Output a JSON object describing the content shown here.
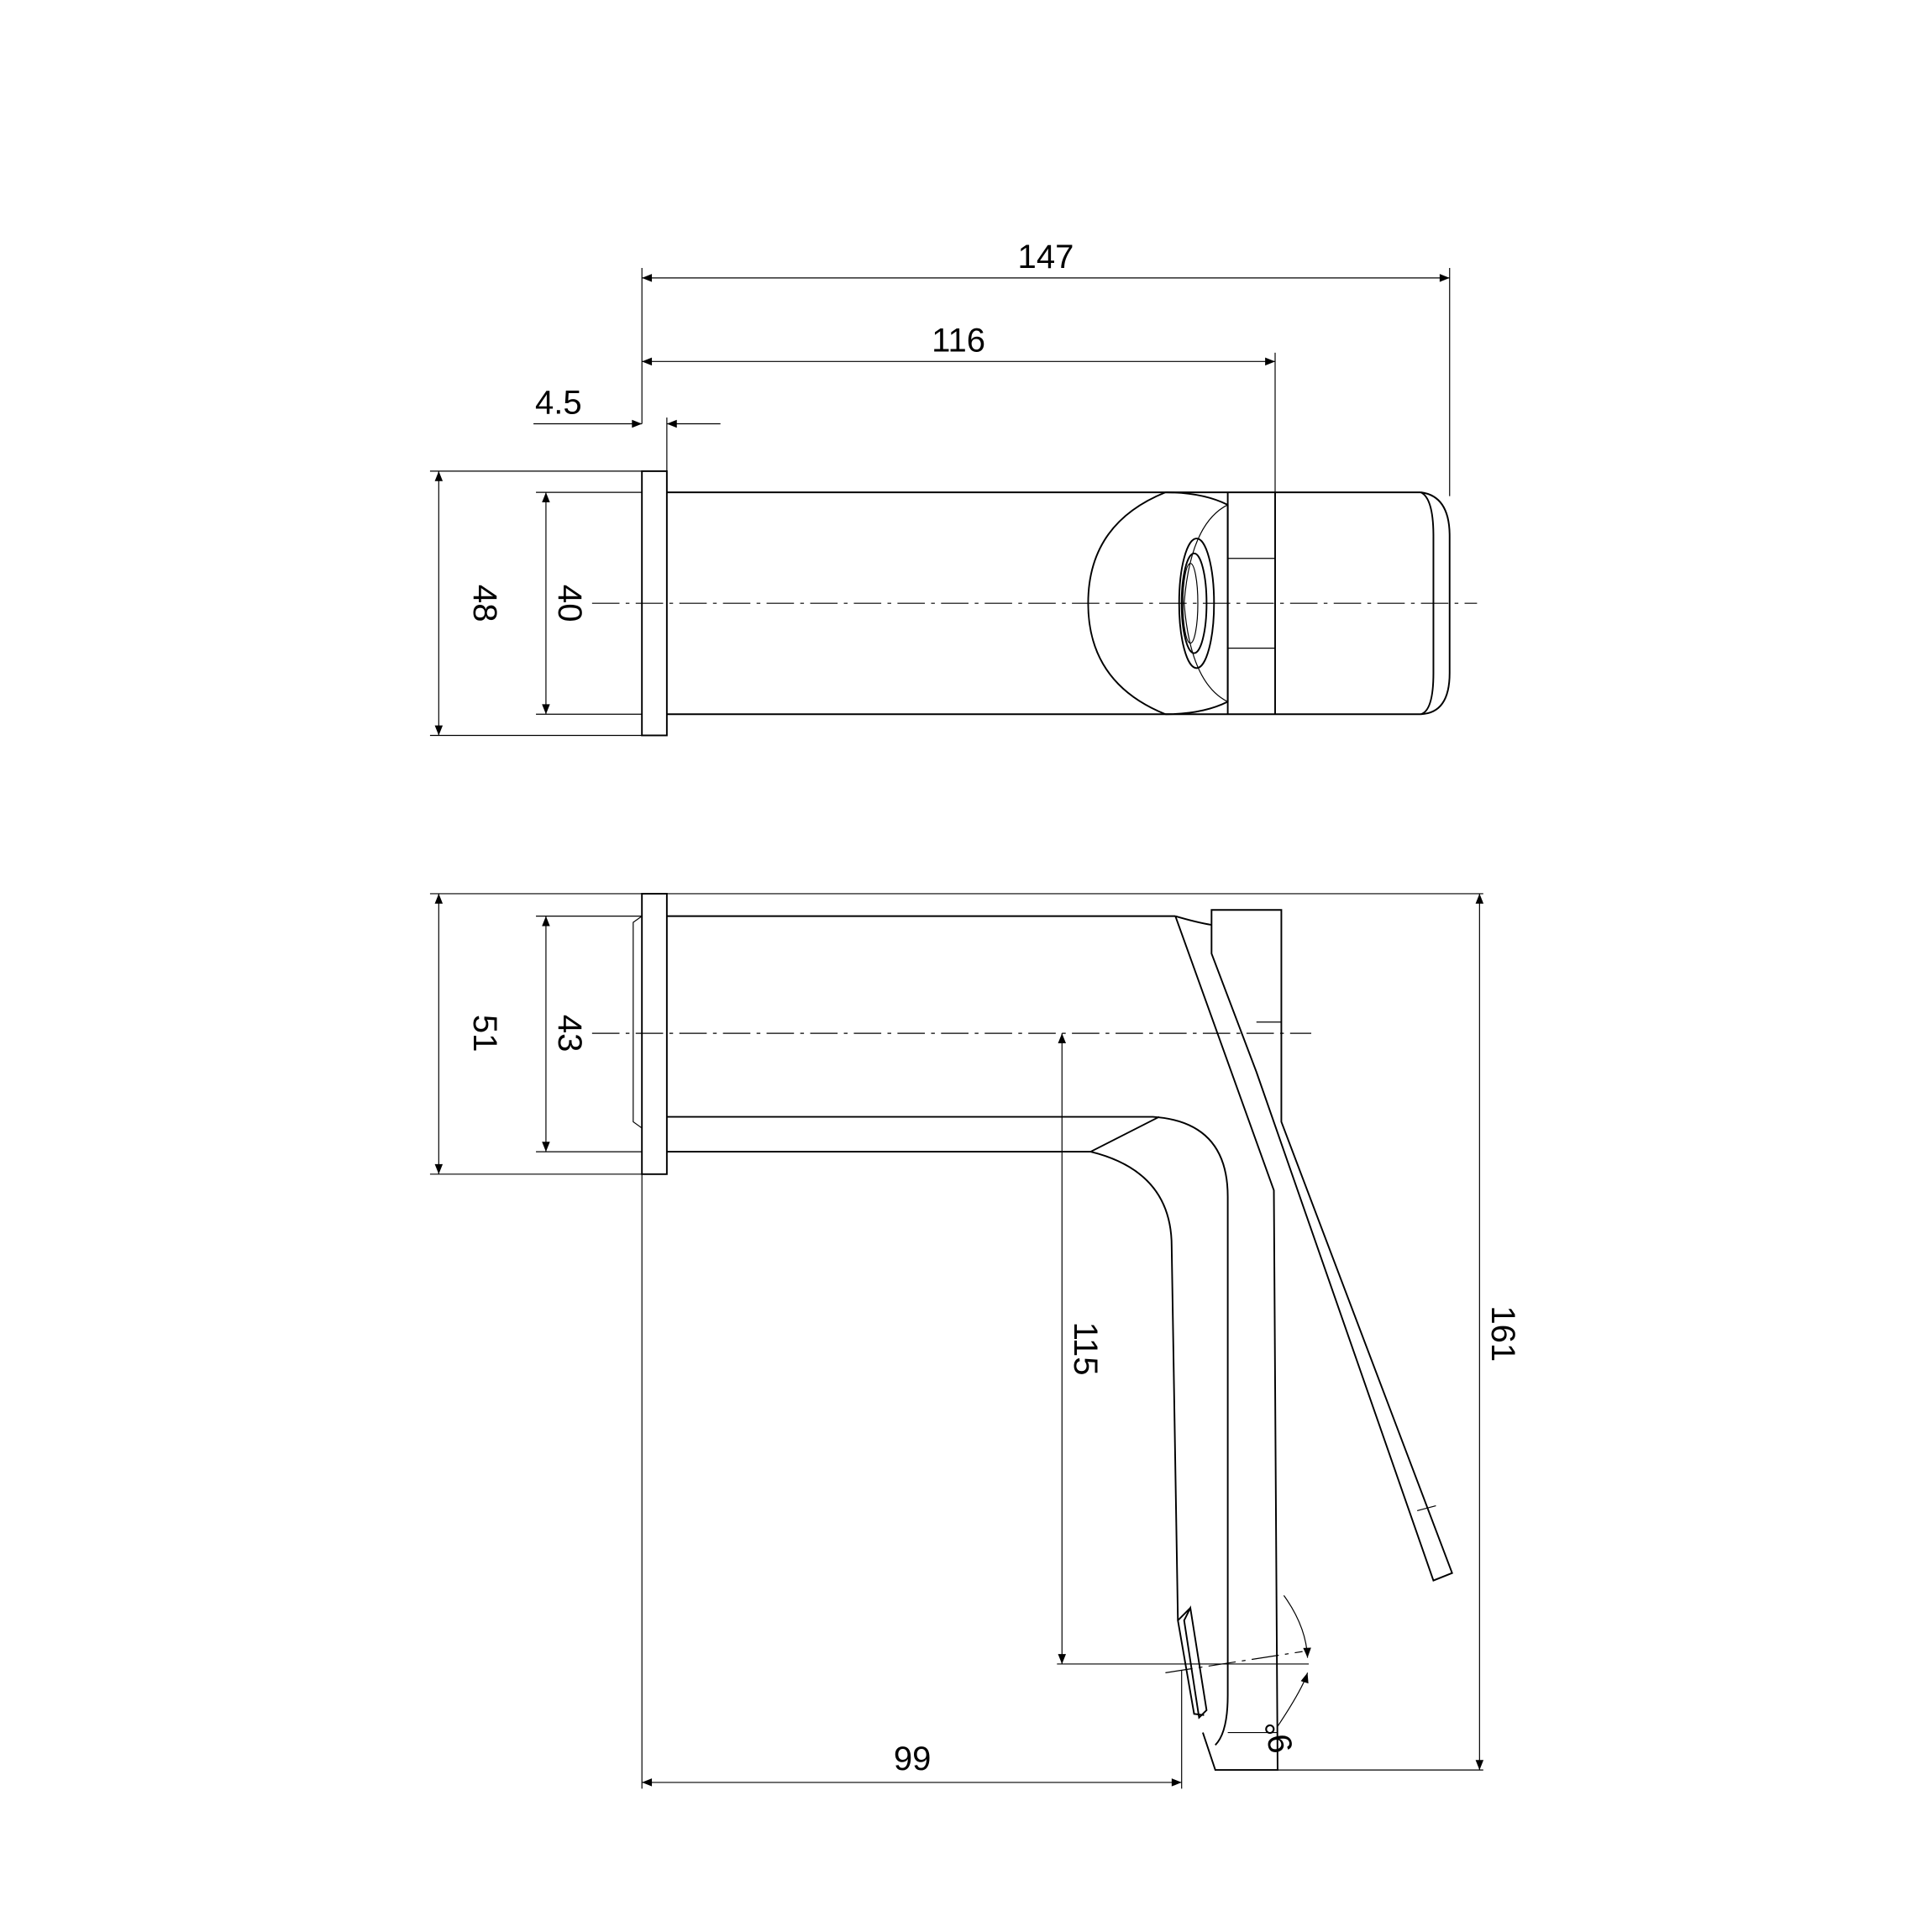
{
  "drawing": {
    "top_view": {
      "overall_length": "147",
      "spout_length": "116",
      "flange_thickness": "4.5",
      "flange_height": "48",
      "body_height": "40"
    },
    "side_view": {
      "flange_height": "51",
      "body_height": "43",
      "outlet_drop": "115",
      "overall_height": "161",
      "outlet_projection": "99",
      "outlet_angle": "9°"
    },
    "colors": {
      "line": "#000000",
      "background": "#ffffff"
    }
  }
}
